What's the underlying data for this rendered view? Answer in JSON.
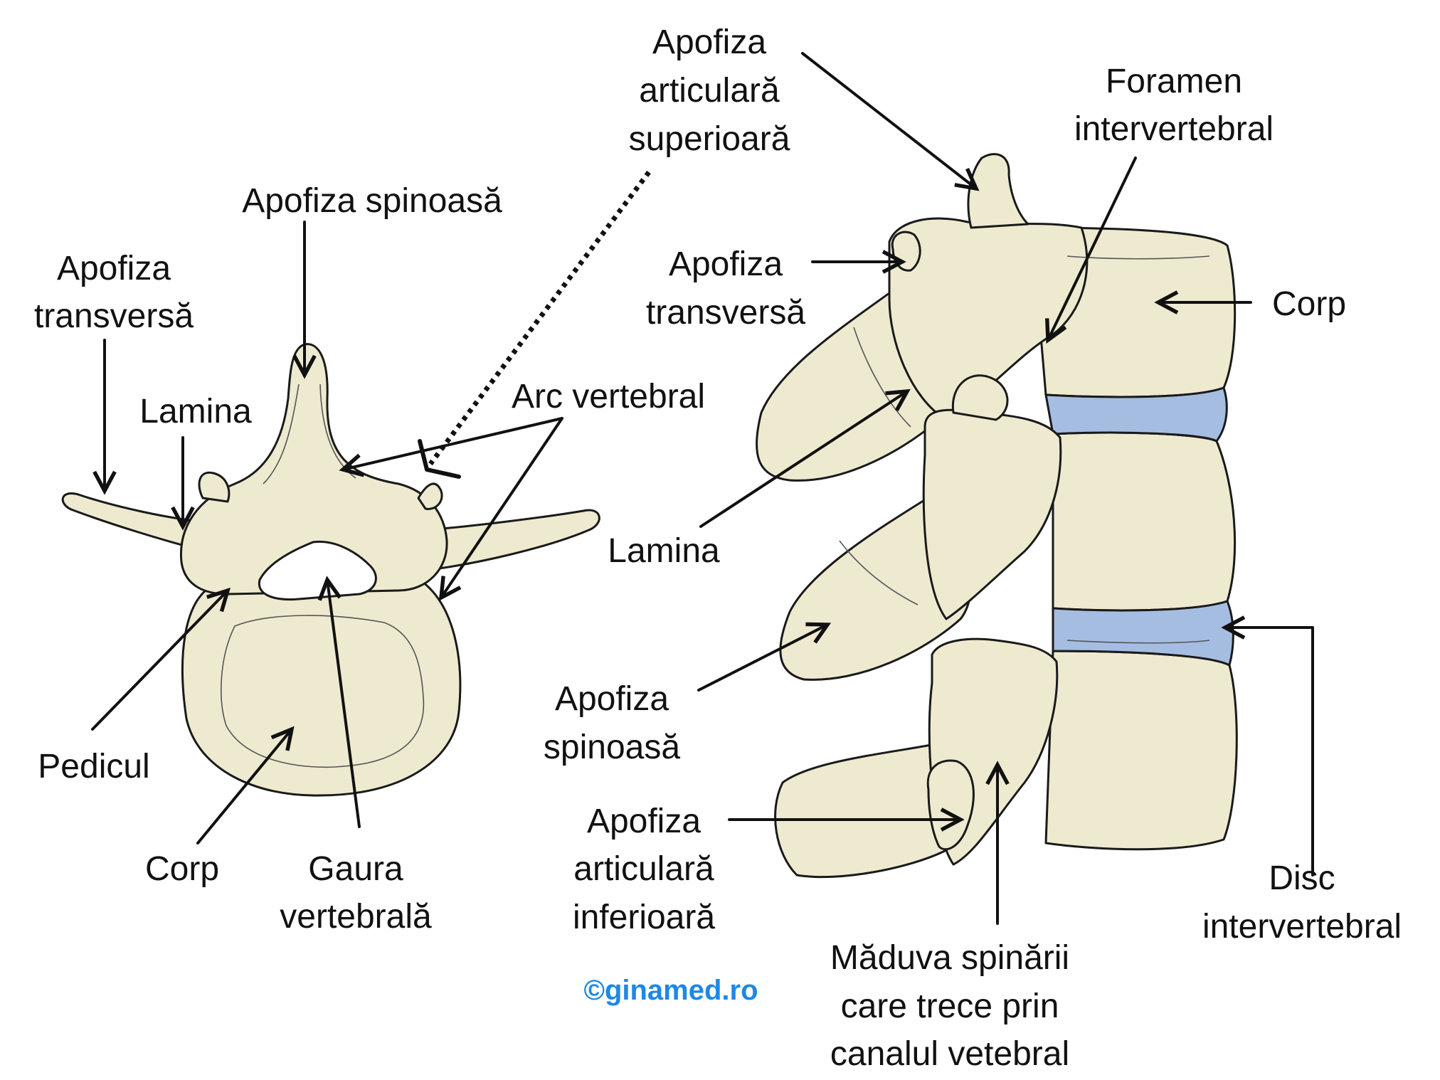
{
  "colors": {
    "bone": "#EEEAD0",
    "disc": "#A6BDE2",
    "outline": "#1a1a1a",
    "watermark": "#1E88E5"
  },
  "labels": {
    "top_view": {
      "apofiza_transversa": [
        "Apofiza",
        "transversă"
      ],
      "lamina": "Lamina",
      "apofiza_spinoasa": "Apofiza spinoasă",
      "arc_vertebral": "Arc vertebral",
      "pedicul": "Pedicul",
      "corp": "Corp",
      "gaura_vertebrala": [
        "Gaura",
        "vertebrală"
      ]
    },
    "side_view": {
      "apofiza_articulara_superioara": [
        "Apofiza",
        "articulară",
        "superioară"
      ],
      "foramen_intervertebral": [
        "Foramen",
        "intervertebral"
      ],
      "apofiza_transversa": [
        "Apofiza",
        "transversă"
      ],
      "corp": "Corp",
      "lamina": "Lamina",
      "apofiza_spinoasa": [
        "Apofiza",
        "spinoasă"
      ],
      "apofiza_articulara_inferioara": [
        "Apofiza",
        "articulară",
        "inferioară"
      ],
      "disc_intervertebral": [
        "Disc",
        "intervertebral"
      ],
      "maduva": [
        "Măduva spinării",
        "care trece prin",
        "canalul vetebral"
      ]
    }
  },
  "watermark": "©ginamed.ro"
}
